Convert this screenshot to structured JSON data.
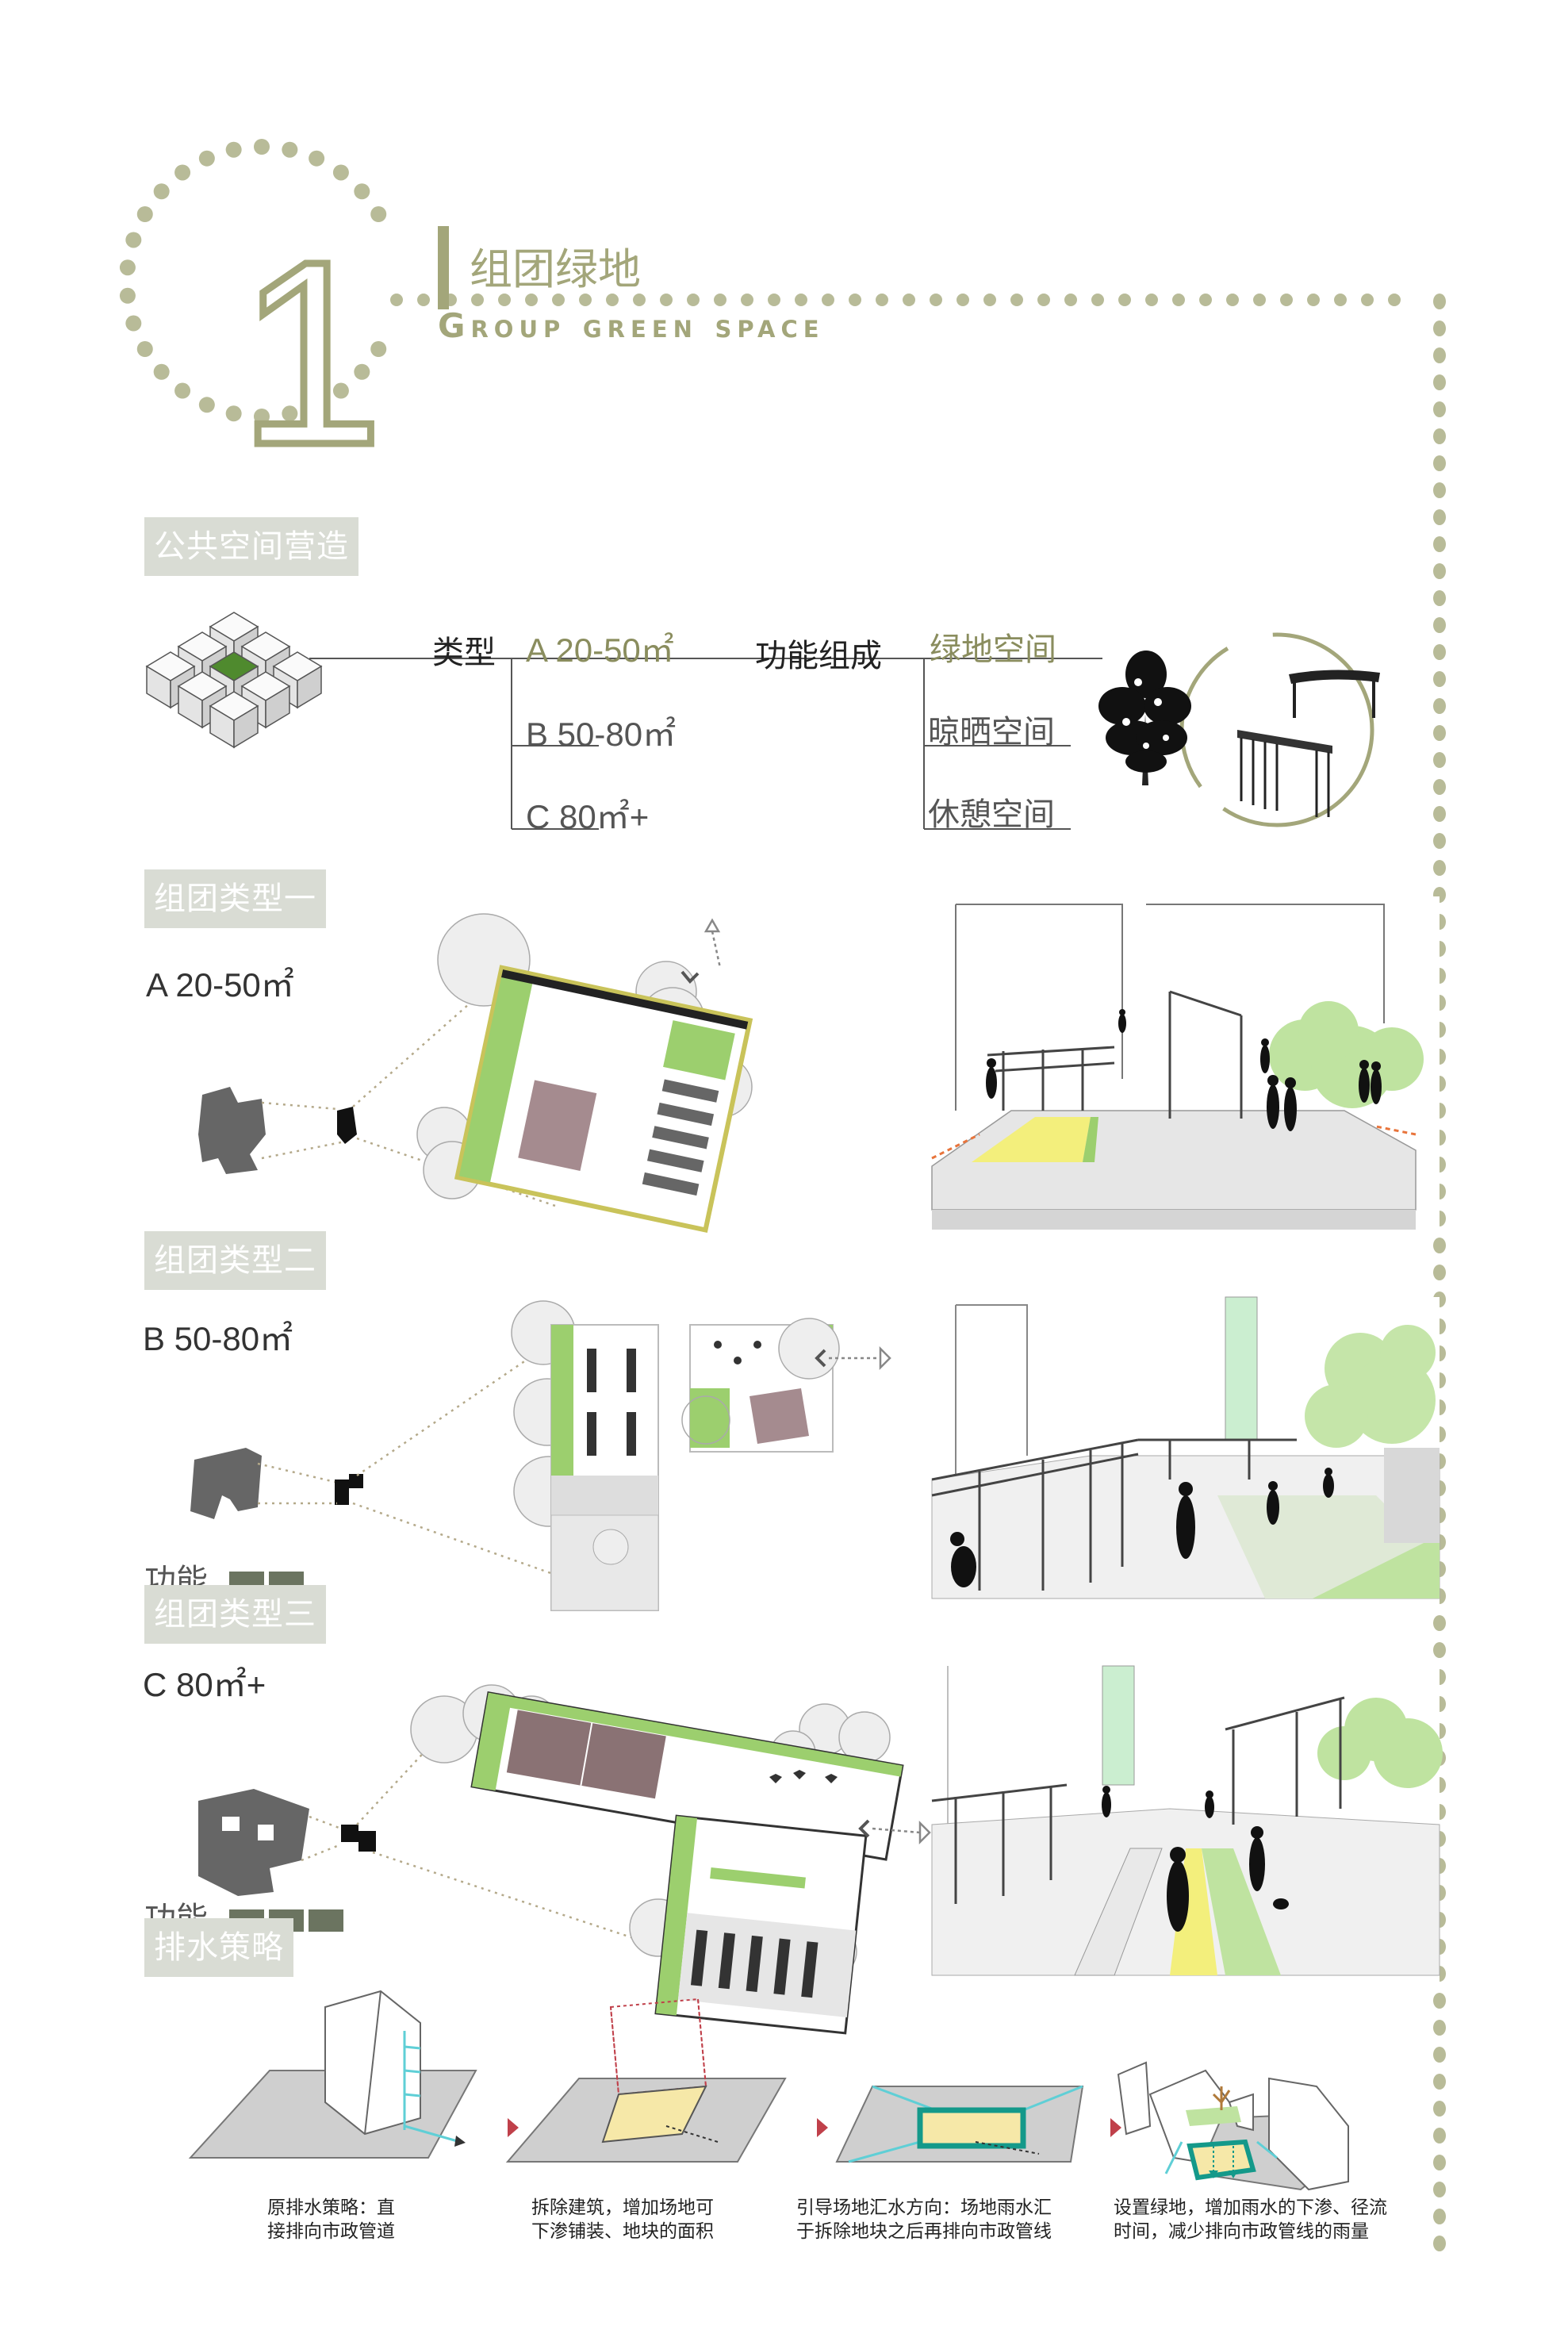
{
  "header": {
    "number": "1",
    "title_cn": "组团绿地",
    "title_en": "Group green space"
  },
  "public_space": {
    "tag": "公共空间营造",
    "type_label": "类型",
    "types": [
      "A  20-50㎡",
      "B  50-80㎡",
      "C  80㎡+"
    ],
    "function_label": "功能组成",
    "functions": [
      "绿地空间",
      "晾晒空间",
      "休憩空间"
    ]
  },
  "groups": [
    {
      "tag": "组团类型一",
      "area": "A  20-50㎡"
    },
    {
      "tag": "组团类型二",
      "area": "B  50-80㎡",
      "function_label": "功能",
      "function_count": 2
    },
    {
      "tag": "组团类型三",
      "area": "C  80㎡+",
      "function_label": "功能",
      "function_count": 3
    }
  ],
  "drainage": {
    "tag": "排水策略",
    "steps": [
      {
        "caption_l1": "原排水策略：直",
        "caption_l2": "接排向市政管道"
      },
      {
        "caption_l1": "拆除建筑，增加场地可",
        "caption_l2": "下渗铺装、地块的面积"
      },
      {
        "caption_l1": "引导场地汇水方向：场地雨水汇",
        "caption_l2": "于拆除地块之后再排向市政管线"
      },
      {
        "caption_l1": "设置绿地，增加雨水的下渗、径流",
        "caption_l2": "时间，减少排向市政管线的雨量"
      }
    ]
  },
  "colors": {
    "olive": "#a3a67a",
    "dot": "#b8bb98",
    "green": "#8fbd5a",
    "tag_bg": "#d9dcd4",
    "arrow": "#c0404a",
    "cyan": "#5fcfd6"
  }
}
